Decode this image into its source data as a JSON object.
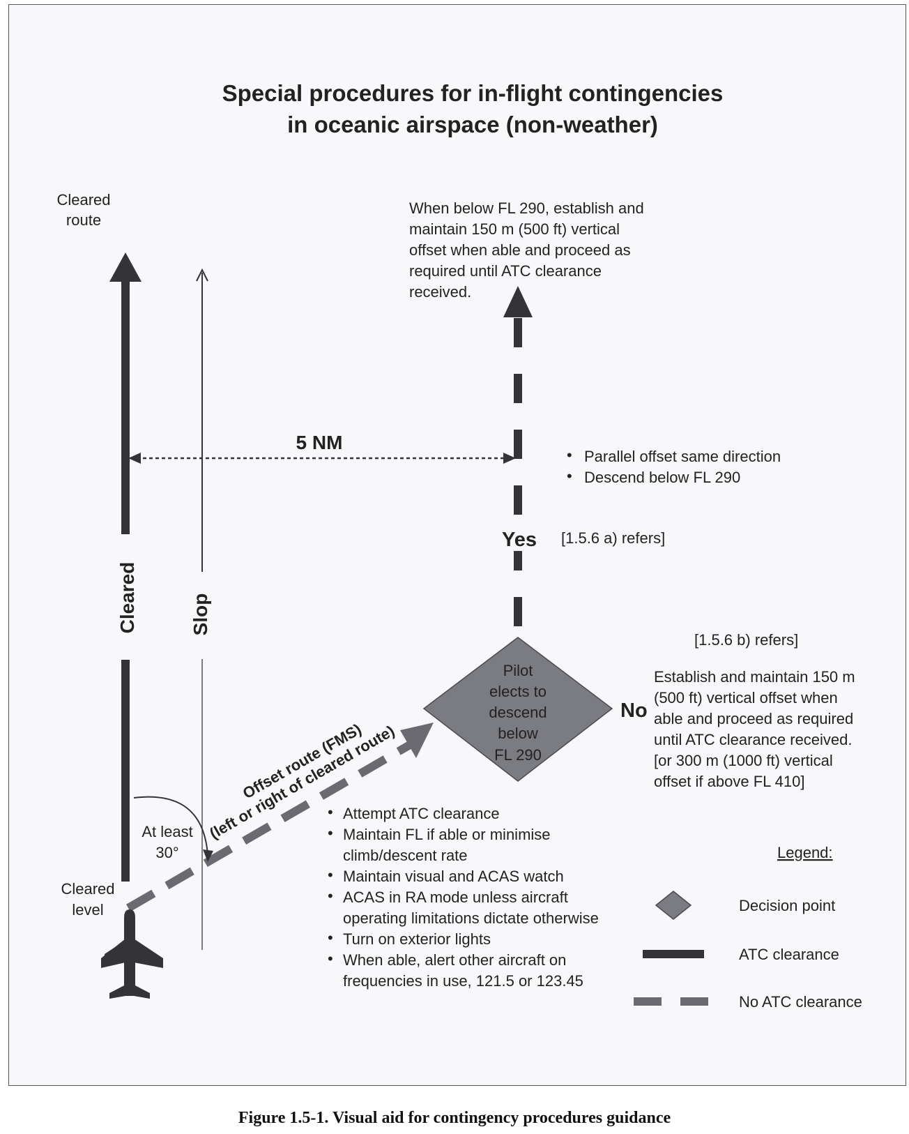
{
  "title": {
    "line1": "Special procedures for in-flight contingencies",
    "line2": "in oceanic airspace (non-weather)"
  },
  "labels": {
    "cleared_route": [
      "Cleared",
      "route"
    ],
    "cleared_vertical": "Cleared",
    "slop_vertical": "Slop",
    "distance": "5 NM",
    "yes": "Yes",
    "no": "No",
    "ref_a": "[1.5.6 a) refers]",
    "ref_b": "[1.5.6 b) refers]",
    "angle": [
      "At least",
      "30°"
    ],
    "cleared_level": [
      "Cleared",
      "level"
    ],
    "offset_route": [
      "Offset route (FMS)",
      "(left or right of cleared route)"
    ]
  },
  "yes_text": [
    "When below FL 290, establish and",
    "maintain 150 m (500 ft) vertical",
    "offset when able and proceed as",
    "required until ATC clearance",
    "received."
  ],
  "parallel_bullets": [
    "Parallel offset same direction",
    "Descend below FL 290"
  ],
  "decision_text": [
    "Pilot",
    "elects to",
    "descend",
    "below",
    "FL 290"
  ],
  "no_text": [
    "Establish and maintain 150 m",
    "(500 ft) vertical offset when",
    "able and proceed as required",
    "until ATC clearance received.",
    "[or 300 m (1000 ft) vertical",
    "offset if above FL 410]"
  ],
  "action_bullets": [
    [
      "Attempt ATC clearance"
    ],
    [
      "Maintain FL if able or minimise",
      "climb/descent rate"
    ],
    [
      "Maintain visual and ACAS watch"
    ],
    [
      "ACAS in RA mode unless aircraft",
      "operating limitations dictate otherwise"
    ],
    [
      "Turn on exterior lights"
    ],
    [
      "When able, alert other aircraft on",
      "frequencies in use, 121.5 or 123.45"
    ]
  ],
  "legend": {
    "title": "Legend:",
    "decision_point": "Decision point",
    "atc_clearance": "ATC clearance",
    "no_atc_clearance": "No ATC clearance"
  },
  "colors": {
    "dark": "#333338",
    "gray": "#6a6a70",
    "diamond": "#7b7b82",
    "frame_bg": "#f8f8fb"
  },
  "icons": {
    "aircraft": "aircraft-icon"
  },
  "caption": "Figure 1.5-1.    Visual aid for contingency procedures guidance"
}
